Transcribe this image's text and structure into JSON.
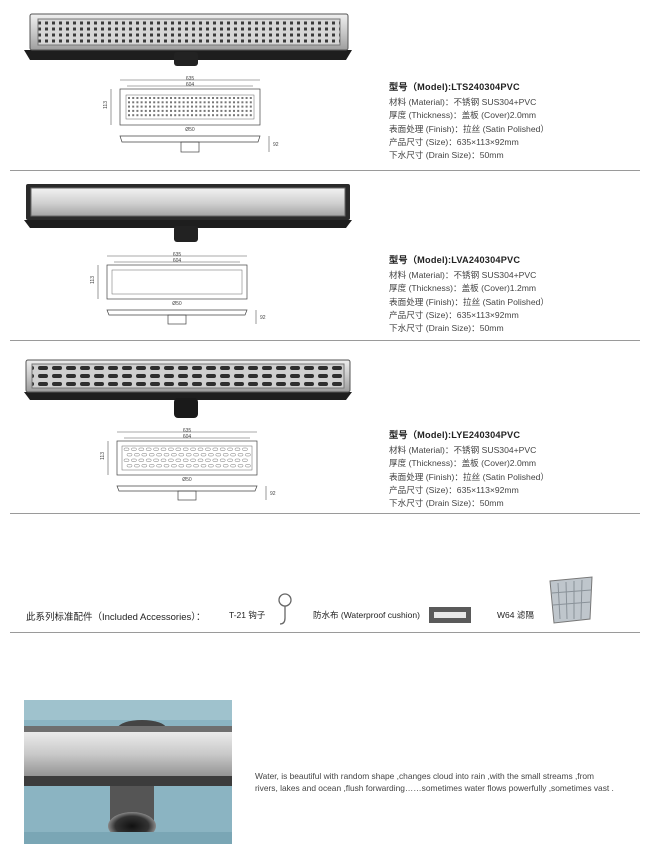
{
  "products": [
    {
      "model": "型号（Model):LTS240304PVC",
      "material": "材料 (Material)：不锈钢 SUS304+PVC",
      "thickness": "厚度 (Thickness)：盖板 (Cover)2.0mm",
      "finish": "表面处理 (Finish)：拉丝 (Satin Polished）",
      "size": "产品尺寸 (Size)：635×113×92mm",
      "drain": "下水尺寸 (Drain Size)：50mm",
      "dims": {
        "length": "635",
        "inner": "604",
        "width": "113",
        "base": "Ø50",
        "height": "92"
      }
    },
    {
      "model": "型号（Model):LVA240304PVC",
      "material": "材料 (Material)：不锈钢 SUS304+PVC",
      "thickness": "厚度 (Thickness)：盖板 (Cover)1.2mm",
      "finish": "表面处理 (Finish)：拉丝 (Satin Polished）",
      "size": "产品尺寸 (Size)：635×113×92mm",
      "drain": "下水尺寸 (Drain Size)：50mm",
      "dims": {
        "length": "635",
        "inner": "604",
        "width": "113",
        "base": "Ø50",
        "height": "92"
      }
    },
    {
      "model": "型号（Model):LYE240304PVC",
      "material": "材料 (Material)：不锈钢 SUS304+PVC",
      "thickness": "厚度 (Thickness)：盖板 (Cover)2.0mm",
      "finish": "表面处理 (Finish)：拉丝 (Satin Polished）",
      "size": "产品尺寸 (Size)：635×113×92mm",
      "drain": "下水尺寸 (Drain Size)：50mm",
      "dims": {
        "length": "635",
        "inner": "604",
        "width": "113",
        "base": "Ø50",
        "height": "92"
      }
    }
  ],
  "accessories": {
    "heading": "此系列标准配件（Included Accessories）：",
    "hook": "T-21 钩子",
    "cushion": "防水布 (Waterproof cushion)",
    "filter": "W64 滤隔"
  },
  "story": "Water, is beautiful with random shape ,changes cloud into rain ,with the small streams ,from rivers, lakes and ocean ,flush forwarding……sometimes water flows powerfully ,sometimes vast .",
  "colors": {
    "steel_light": "#d9d9d9",
    "steel_dark": "#2a2a2a",
    "rule": "#9a9a9a",
    "photo_bg": "#8bb4c2"
  }
}
